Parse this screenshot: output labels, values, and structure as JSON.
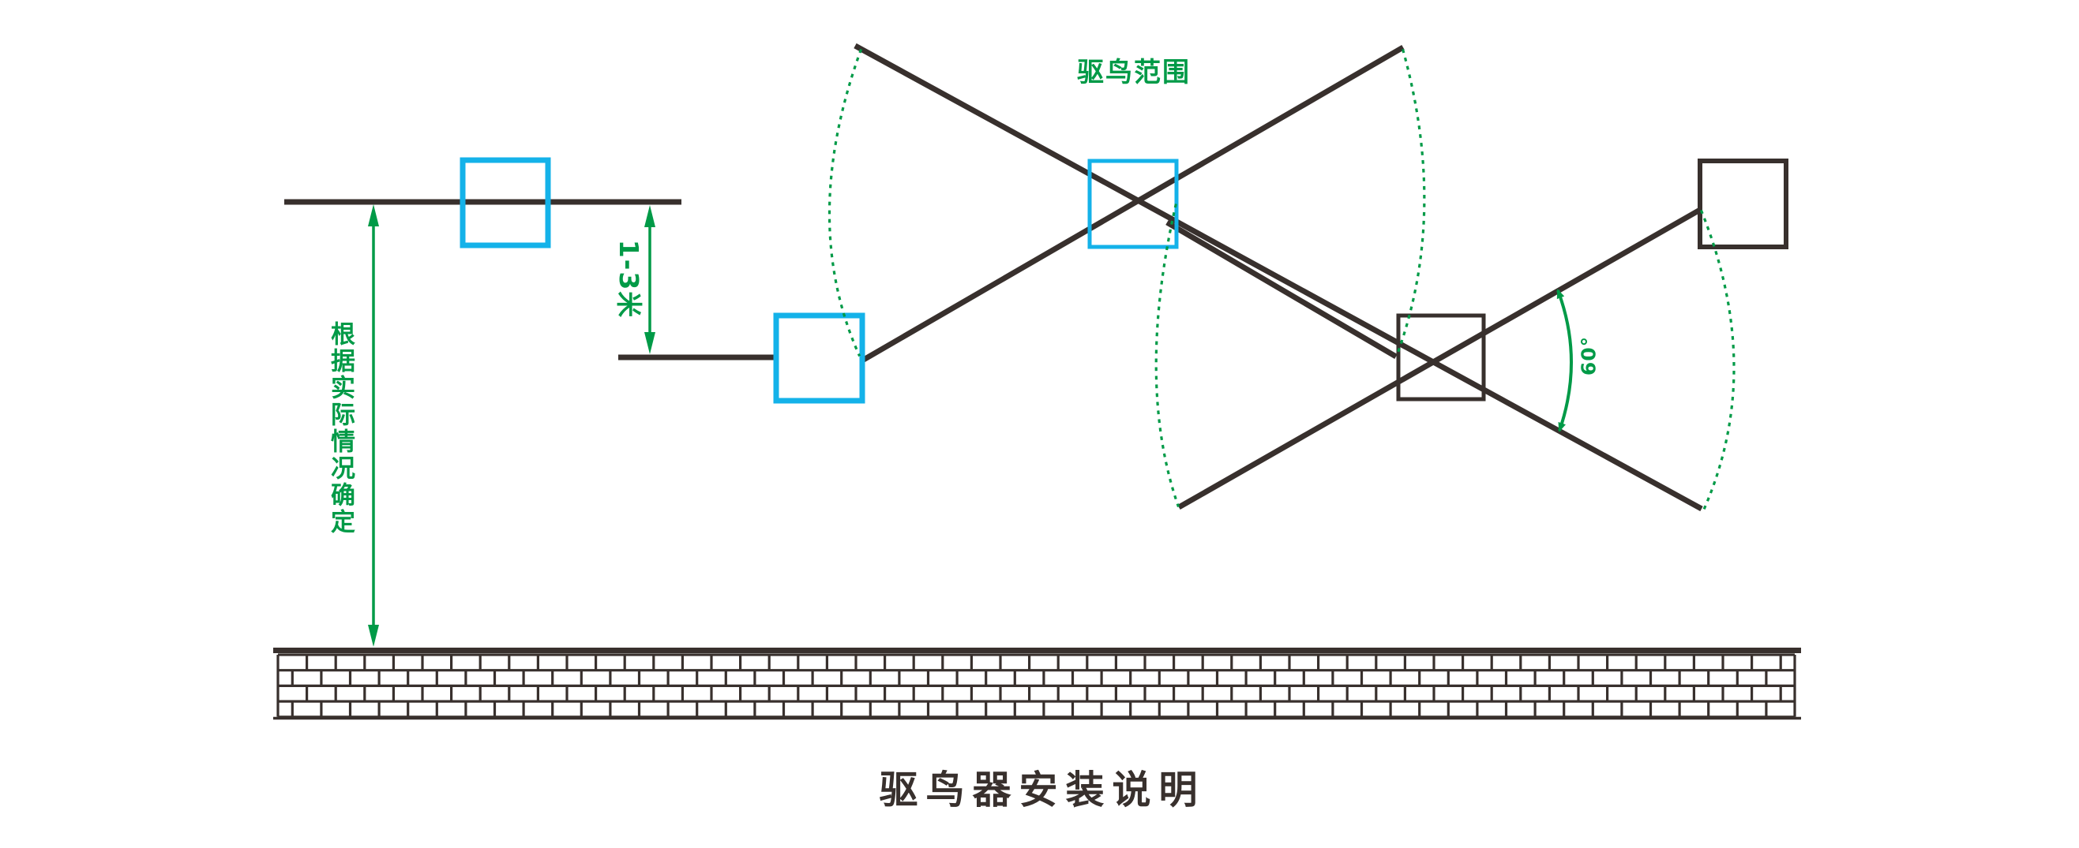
{
  "title": {
    "text": "驱鸟器安装说明"
  },
  "labels": {
    "range": "驱鸟范围",
    "height": "根据实际情况确定",
    "spacing": "1-3米",
    "angle": "60°"
  },
  "colors": {
    "ink": "#38302d",
    "device": "#14b2e9",
    "annotation": "#009a47",
    "background": "#ffffff"
  },
  "devices": [
    {
      "name": "device-1",
      "color": "cyan"
    },
    {
      "name": "device-2",
      "color": "cyan"
    },
    {
      "name": "device-3",
      "color": "cyan"
    },
    {
      "name": "device-4",
      "color": "dark"
    },
    {
      "name": "device-5",
      "color": "dark"
    }
  ]
}
